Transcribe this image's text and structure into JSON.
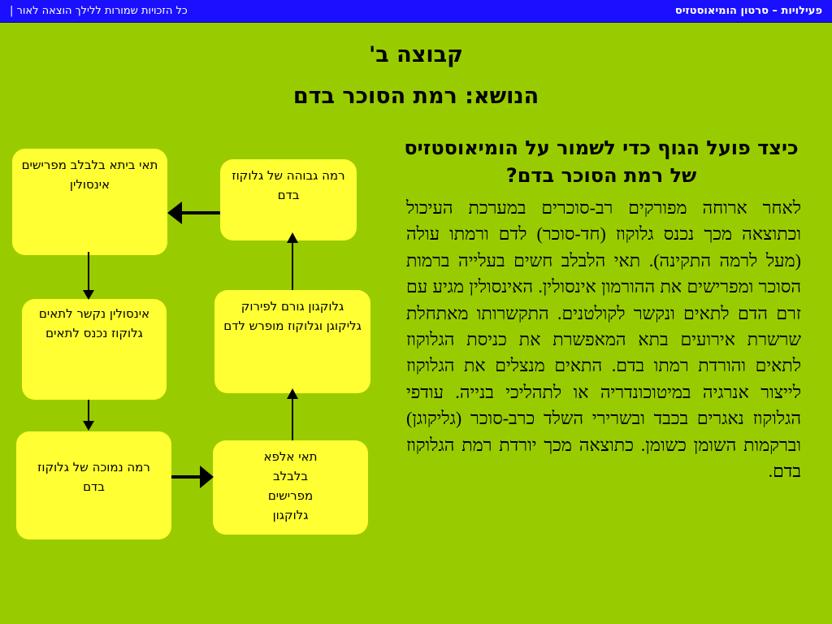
{
  "header": {
    "title": "פעילויות – סרטון הומיאוסטזיס",
    "copyright": "כל הזכויות שמורות ללילך הוצאה לאור |"
  },
  "group_title": "קבוצה ב'",
  "topic_title": "הנושא: רמת הסוכר בדם",
  "diagram": {
    "boxes": {
      "high_glucose": "רמה גבוהה של גלוקוז בדם",
      "beta_cells": "תאי ביתא בלבלב מפרישים אינסולין",
      "insulin_binds": "אינסולין נקשר לתאים גלוקוז נכנס לתאים",
      "low_glucose": "רמה נמוכה של גלוקוז בדם",
      "alpha_cells": "תאי אלפא בלבלב מפרישים גלוקגון",
      "glucagon": "גלוקגון גורם לפירוק גליקוגן וגלוקוז מופרש לדם"
    }
  },
  "side": {
    "question": "כיצד פועל הגוף כדי לשמור על הומיאוסטזיס של רמת הסוכר בדם?",
    "paragraph": "לאחר ארוחה מפורקים רב-סוכרים במערכת העיכול וכתוצאה מכך נכנס גלוקוז (חד-סוכר) לדם ורמתו עולה (מעל לרמה התקינה). תאי הלבלב חשים בעלייה ברמות הסוכר ומפרישים את ההורמון אינסולין. האינסולין מגיע עם זרם הדם לתאים ונקשר לקולטנים. התקשרותו מאתחלת שרשרת אירועים בתא המאפשרת את כניסת הגלוקוז לתאים והורדת רמתו בדם. התאים מנצלים  את הגלוקוז לייצור אנרגיה במיטוכונדריה או לתהליכי בנייה. עודפי הגלוקוז נאגרים בכבד ובשרירי השלד  כרב-סוכר (גליקוגן) וברקמות השומן כשומן. כתוצאה מכך יורדת רמת הגלוקוז בדם."
  }
}
